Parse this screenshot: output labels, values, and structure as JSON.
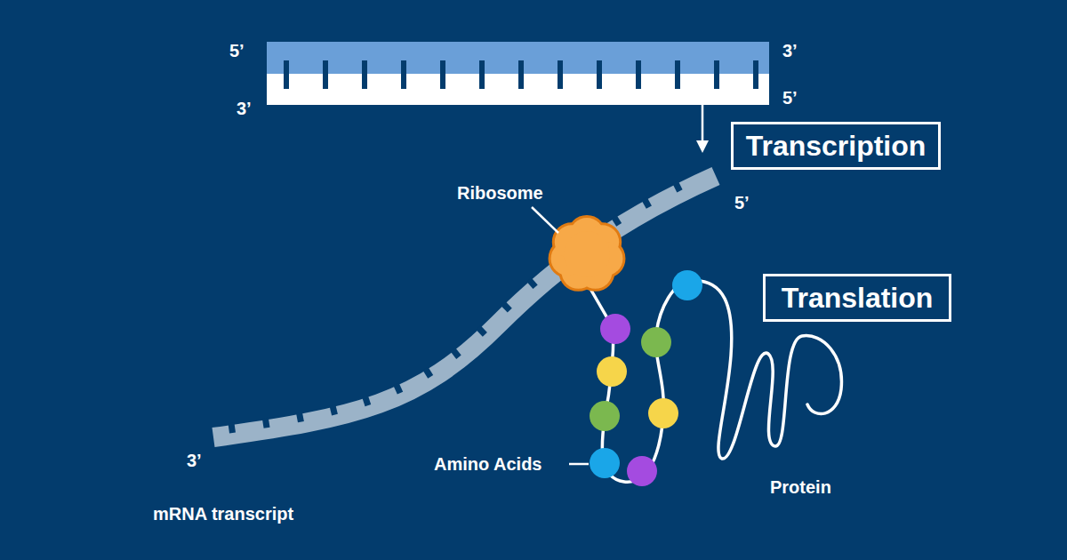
{
  "diagram": {
    "nodes": [
      {
        "text": [
          "Transcription"
        ]
      },
      {
        "text": [
          "Translation"
        ]
      }
    ],
    "labels": [
      "5’",
      "3’",
      "3’",
      "5’",
      "Ribosome",
      "5’",
      "Amino Acids",
      "Protein",
      "3’",
      "mRNA transcript"
    ]
  }
}
